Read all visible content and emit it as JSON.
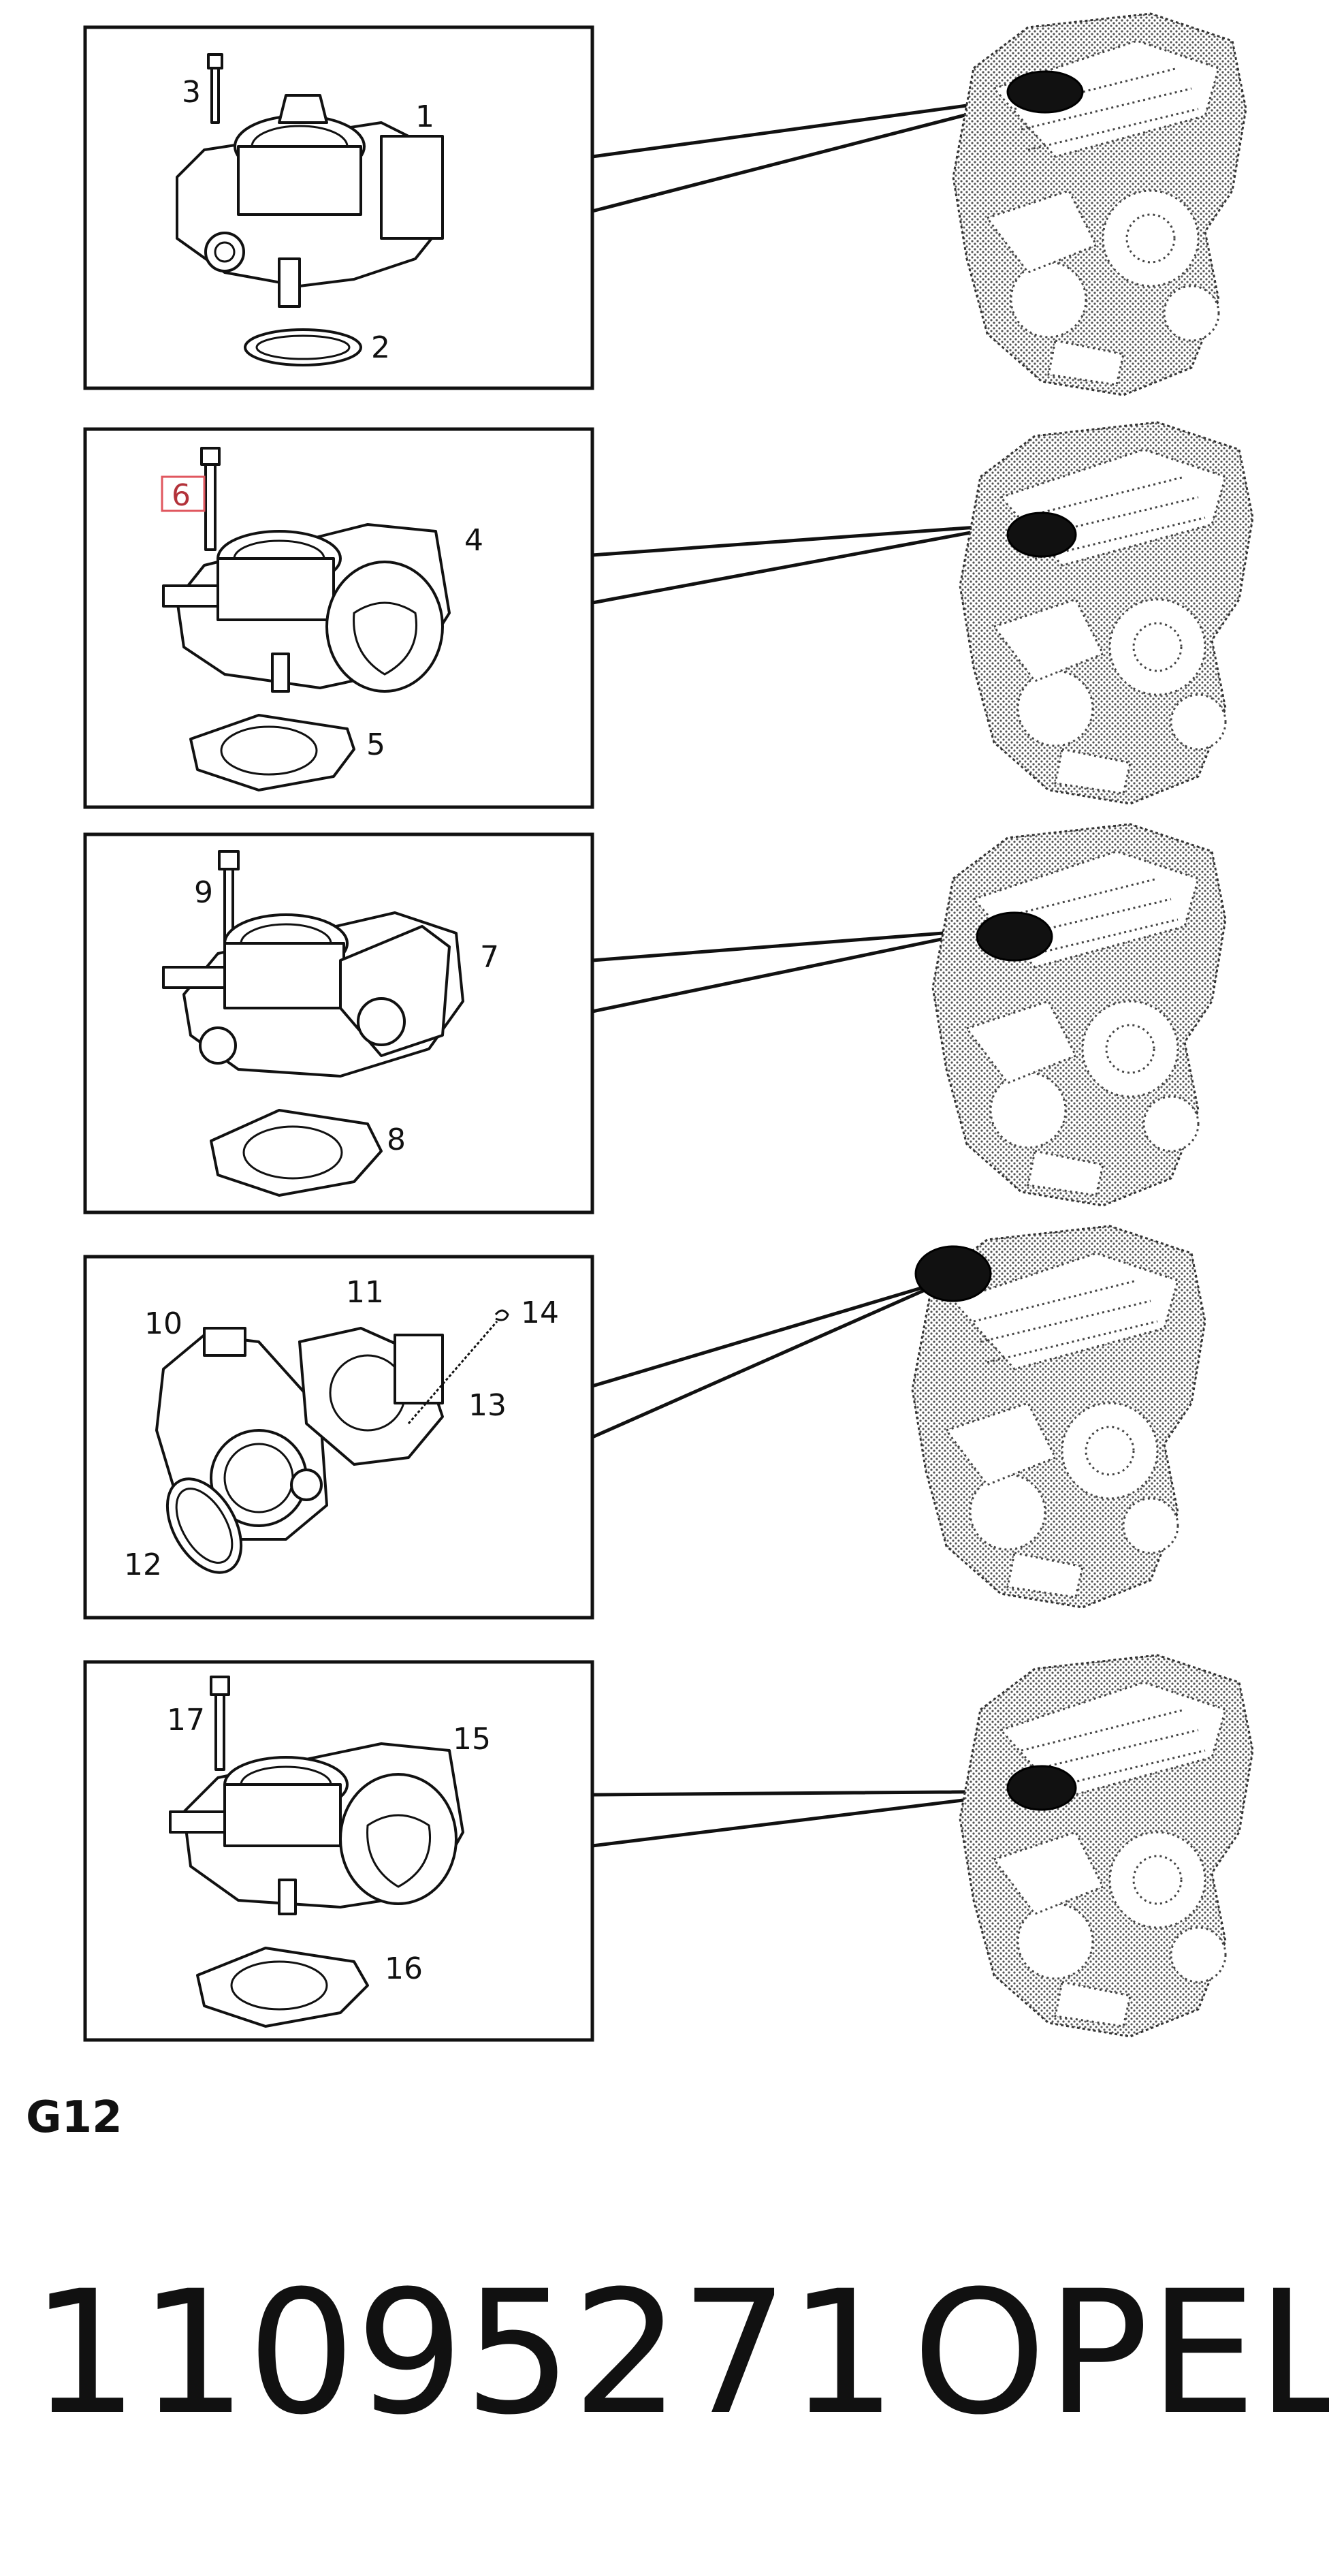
{
  "callouts": {
    "c1": "1",
    "c2": "2",
    "c3": "3",
    "c4": "4",
    "c5": "5",
    "c6": "6",
    "c7": "7",
    "c8": "8",
    "c9": "9",
    "c10": "10",
    "c11": "11",
    "c12": "12",
    "c13": "13",
    "c14": "14",
    "c15": "15",
    "c16": "16",
    "c17": "17"
  },
  "highlight_color": "#e0575f",
  "group_code": "G12",
  "part_number": "11095271",
  "brand": "OPEL"
}
